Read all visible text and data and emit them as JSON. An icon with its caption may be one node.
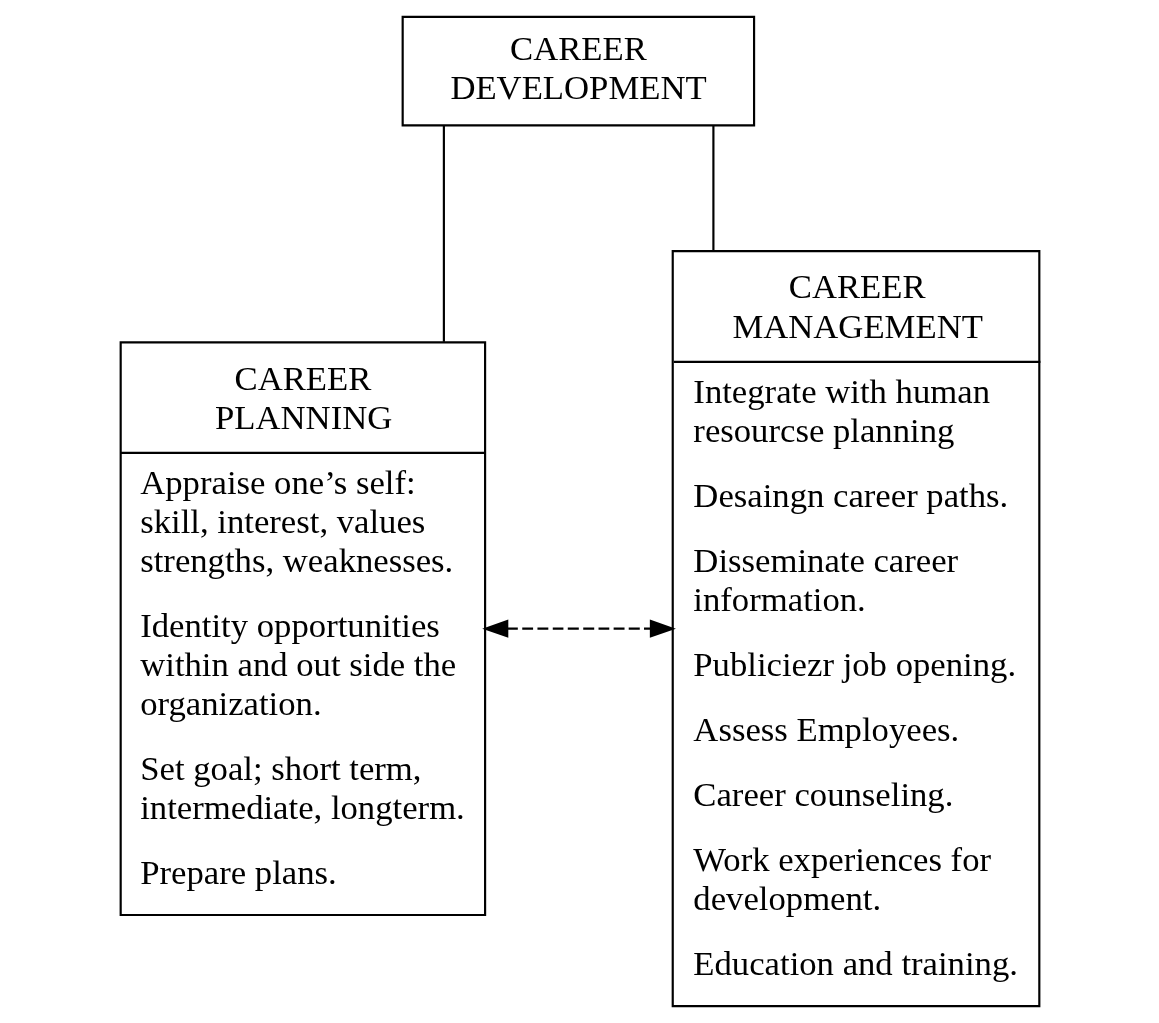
{
  "diagram": {
    "nodes": [
      {
        "text": [
          "CAREER DEVELOPMENT"
        ]
      },
      {
        "text": [
          "CAREER PLANNING",
          "Appraise one’s self: skill, interest, values strengths, weaknesses.",
          "Identity opportunities within and out side the organization.",
          "Set goal; short term, intermediate, longterm.",
          "Prepare plans."
        ]
      },
      {
        "text": [
          "CAREER MANAGEMENT",
          "Integrate with human resourcse planning",
          "Desaingn career paths.",
          "Disseminate career information.",
          "Publiciezr job opening.",
          "Assess Employees.",
          "Career counseling.",
          "Work experiences for development.",
          "Education and training."
        ]
      }
    ],
    "edges": [
      {
        "from": 0,
        "to": 1,
        "arrow": "none"
      },
      {
        "from": 0,
        "to": 2,
        "arrow": "none"
      },
      {
        "from": 1,
        "to": 2,
        "arrow": "both",
        "style": "dashed"
      }
    ]
  }
}
